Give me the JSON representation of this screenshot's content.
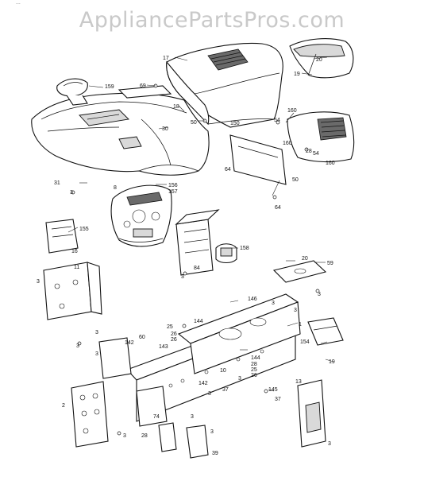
{
  "header": {
    "watermark": "AppliancePartsPros.com",
    "scrap_text": "..."
  },
  "diagram": {
    "callouts": [
      {
        "id": "c-17",
        "text": "17"
      },
      {
        "id": "c-20",
        "text": "20"
      },
      {
        "id": "c-19",
        "text": "19"
      },
      {
        "id": "c-159",
        "text": "159"
      },
      {
        "id": "c-69",
        "text": "69"
      },
      {
        "id": "c-18",
        "text": "18"
      },
      {
        "id": "c-50a",
        "text": "50"
      },
      {
        "id": "c-30",
        "text": "30"
      },
      {
        "id": "c-160a",
        "text": "160"
      },
      {
        "id": "c-54a",
        "text": "54"
      },
      {
        "id": "c-150",
        "text": "150"
      },
      {
        "id": "c-160b",
        "text": "160"
      },
      {
        "id": "c-28a",
        "text": "28"
      },
      {
        "id": "c-54b",
        "text": "54"
      },
      {
        "id": "c-160c",
        "text": "160"
      },
      {
        "id": "c-64a",
        "text": "64"
      },
      {
        "id": "c-50b",
        "text": "50"
      },
      {
        "id": "c-64b",
        "text": "64"
      },
      {
        "id": "c-31",
        "text": "31"
      },
      {
        "id": "c-3a",
        "text": "3"
      },
      {
        "id": "c-8",
        "text": "8"
      },
      {
        "id": "c-156",
        "text": "156"
      },
      {
        "id": "c-157",
        "text": "157"
      },
      {
        "id": "c-155",
        "text": "155"
      },
      {
        "id": "c-16",
        "text": "16"
      },
      {
        "id": "c-158",
        "text": "158"
      },
      {
        "id": "c-84",
        "text": "84"
      },
      {
        "id": "c-20b",
        "text": "20"
      },
      {
        "id": "c-59",
        "text": "59"
      },
      {
        "id": "c-3b",
        "text": "3"
      },
      {
        "id": "c-11",
        "text": "11"
      },
      {
        "id": "c-3c",
        "text": "3"
      },
      {
        "id": "c-3d",
        "text": "3"
      },
      {
        "id": "c-146",
        "text": "146"
      },
      {
        "id": "c-3e",
        "text": "3"
      },
      {
        "id": "c-3f",
        "text": "3"
      },
      {
        "id": "c-1",
        "text": "1"
      },
      {
        "id": "c-144a",
        "text": "144"
      },
      {
        "id": "c-25a",
        "text": "25"
      },
      {
        "id": "c-26a",
        "text": "26"
      },
      {
        "id": "c-26b",
        "text": "26"
      },
      {
        "id": "c-3g",
        "text": "3"
      },
      {
        "id": "c-142a",
        "text": "142"
      },
      {
        "id": "c-60",
        "text": "60"
      },
      {
        "id": "c-3h",
        "text": "3"
      },
      {
        "id": "c-143",
        "text": "143"
      },
      {
        "id": "c-3i",
        "text": "3"
      },
      {
        "id": "c-154",
        "text": "154"
      },
      {
        "id": "c-19b",
        "text": "19"
      },
      {
        "id": "c-144b",
        "text": "144"
      },
      {
        "id": "c-28b",
        "text": "28"
      },
      {
        "id": "c-25b",
        "text": "25"
      },
      {
        "id": "c-26c",
        "text": "26"
      },
      {
        "id": "c-10",
        "text": "10"
      },
      {
        "id": "c-3j",
        "text": "3"
      },
      {
        "id": "c-13",
        "text": "13"
      },
      {
        "id": "c-37a",
        "text": "37"
      },
      {
        "id": "c-145",
        "text": "145"
      },
      {
        "id": "c-37b",
        "text": "37"
      },
      {
        "id": "c-142b",
        "text": "142"
      },
      {
        "id": "c-3k",
        "text": "3"
      },
      {
        "id": "c-2",
        "text": "2"
      },
      {
        "id": "c-74",
        "text": "74"
      },
      {
        "id": "c-3l",
        "text": "3"
      },
      {
        "id": "c-3m",
        "text": "3"
      },
      {
        "id": "c-3n",
        "text": "3"
      },
      {
        "id": "c-28c",
        "text": "28"
      },
      {
        "id": "c-39",
        "text": "39"
      },
      {
        "id": "c-3o",
        "text": "3"
      }
    ]
  }
}
